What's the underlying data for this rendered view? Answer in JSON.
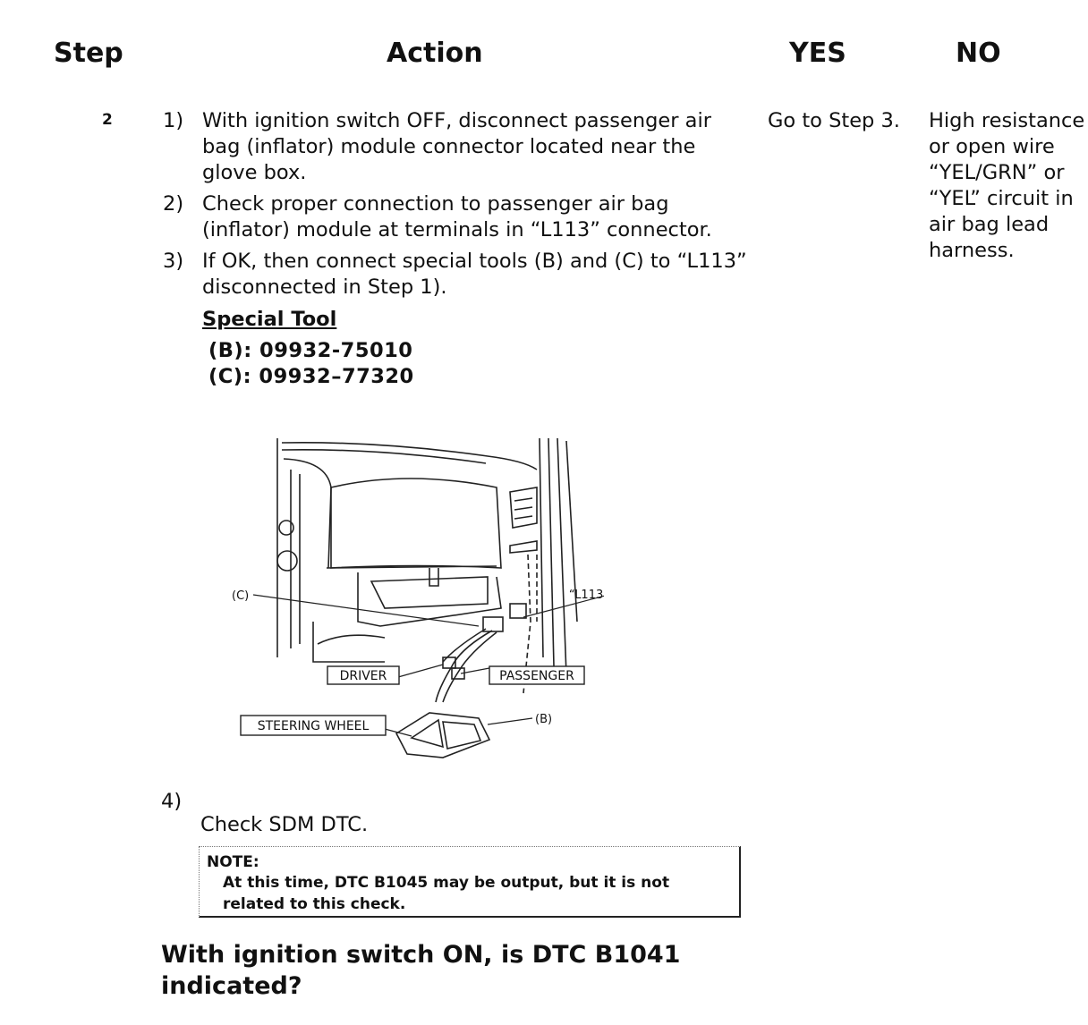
{
  "header": {
    "step": "Step",
    "action": "Action",
    "yes": "YES",
    "no": "NO"
  },
  "step_number": "2",
  "items": [
    {
      "num": "1)",
      "text": "With ignition switch OFF, disconnect passenger air bag (inflator) module connector located near the glove box."
    },
    {
      "num": "2)",
      "text": "Check proper connection to passenger air bag (inflator) module at terminals in “L113” connector."
    },
    {
      "num": "3)",
      "text": "If OK, then connect special tools (B) and (C) to “L113” disconnected in Step 1)."
    }
  ],
  "special_tool": {
    "title": "Special Tool",
    "tools": [
      "(B): 09932-75010",
      "(C): 09932–77320"
    ]
  },
  "figure": {
    "label_c": "(C)",
    "label_l113": "“L113”",
    "label_driver": "DRIVER",
    "label_passenger": "PASSENGER",
    "label_steering": "STEERING WHEEL",
    "label_b": "(B)"
  },
  "item4": {
    "num": "4)",
    "text": "Check SDM DTC."
  },
  "note": {
    "label": "NOTE:",
    "text": "At this time, DTC B1045 may be output, but it is not related to this check."
  },
  "question": "With ignition switch ON, is DTC B1041 indicated?",
  "yes_text": "Go to Step 3.",
  "no_text": "High resistance or open wire “YEL/GRN” or “YEL” circuit in air bag lead harness."
}
